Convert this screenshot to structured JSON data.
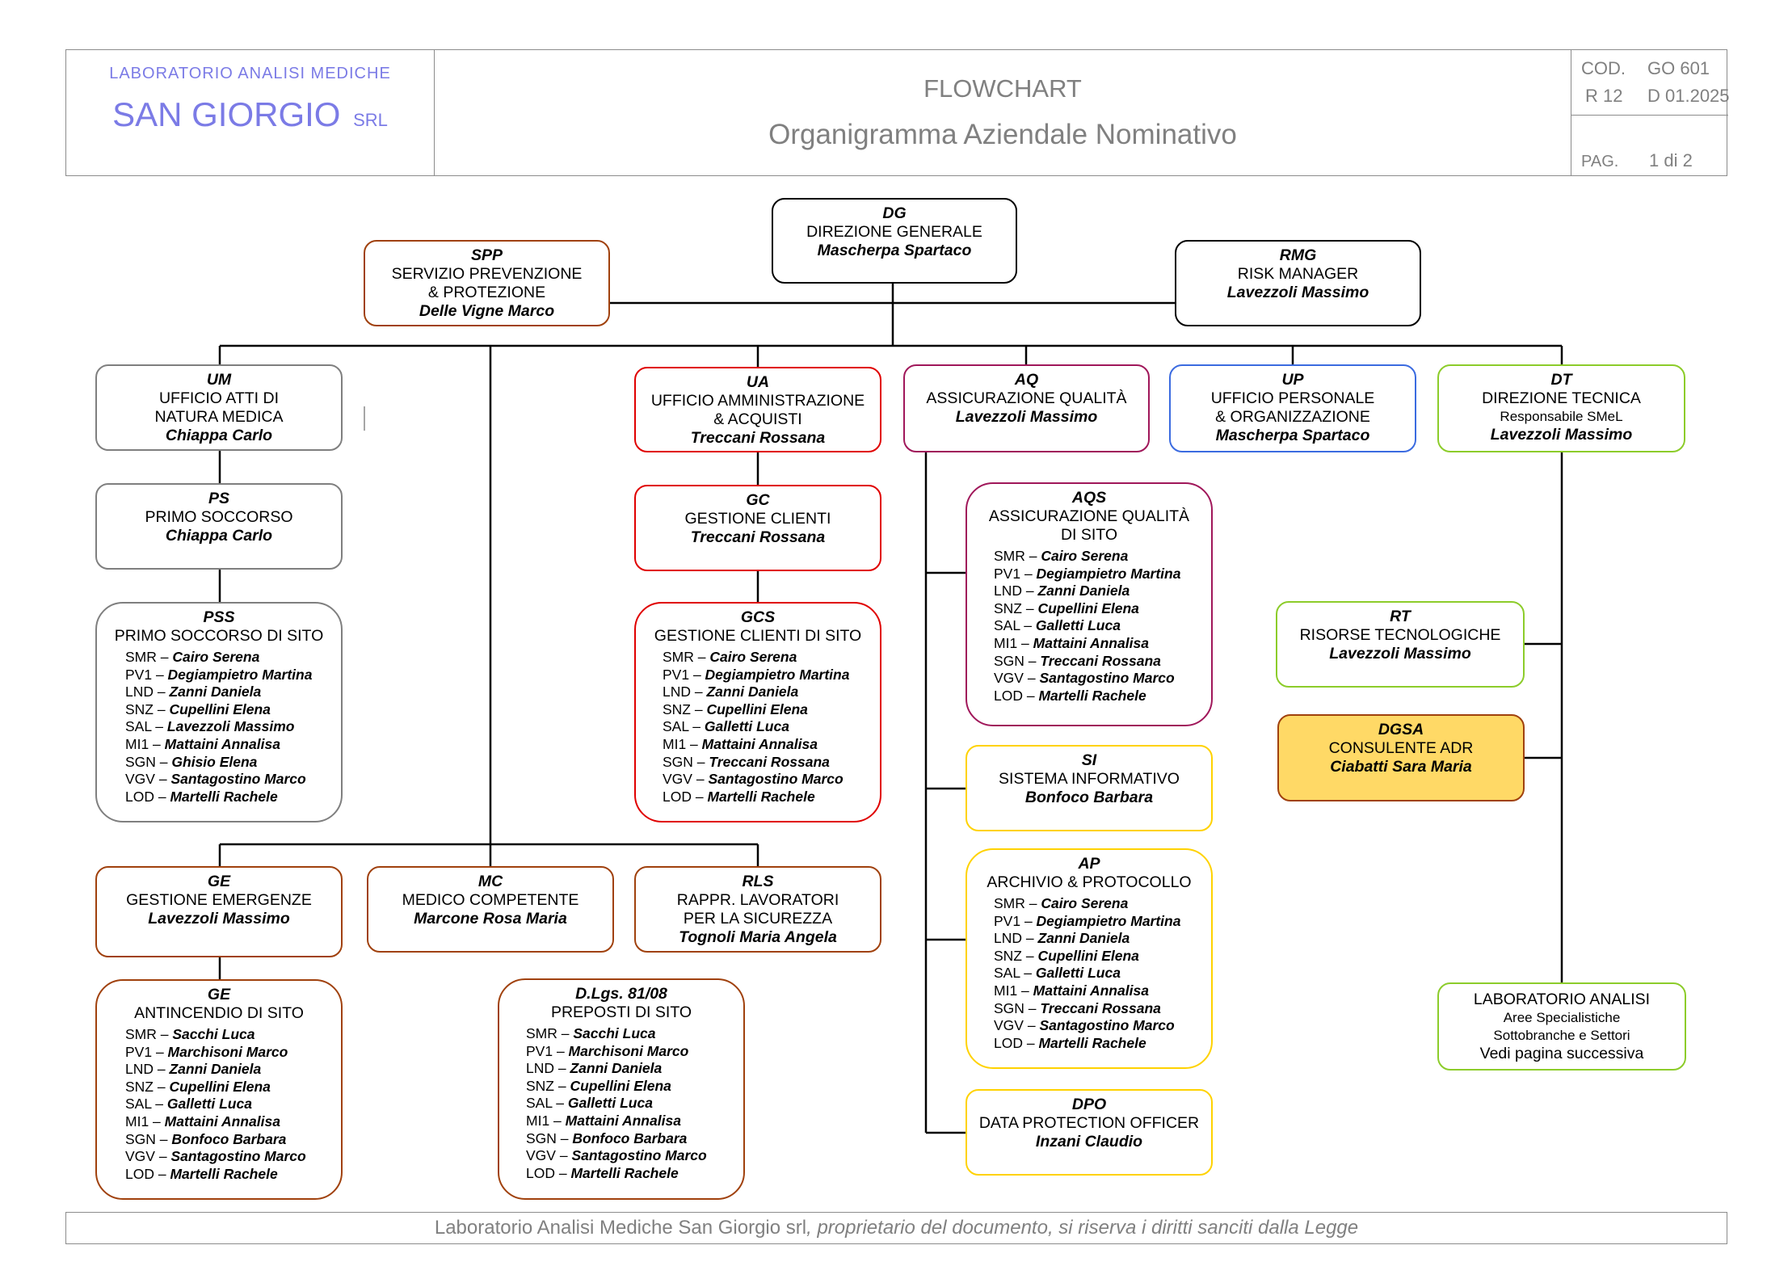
{
  "header": {
    "lab_name": "LABORATORIO  ANALISI  MEDICHE",
    "company_name": "SAN GIORGIO",
    "company_suffix": "SRL",
    "doc_type": "FLOWCHART",
    "doc_title": "Organigramma Aziendale Nominativo",
    "cod_label": "COD.",
    "cod_value": "GO 601",
    "rev_label": "R 12",
    "date_value": "D 01.2025",
    "page_label": "PAG.",
    "page_value": "1 di 2"
  },
  "boxes": {
    "dg": {
      "code": "DG",
      "title": "DIREZIONE GENERALE",
      "person": "Mascherpa Spartaco"
    },
    "spp": {
      "code": "SPP",
      "title": "SERVIZIO PREVENZIONE",
      "title2": "& PROTEZIONE",
      "person": "Delle Vigne Marco"
    },
    "rmg": {
      "code": "RMG",
      "title": "RISK MANAGER",
      "person": "Lavezzoli Massimo"
    },
    "um": {
      "code": "UM",
      "title": "UFFICIO ATTI DI",
      "title2": "NATURA MEDICA",
      "person": "Chiappa Carlo"
    },
    "ua": {
      "code": "UA",
      "title": "UFFICIO AMMINISTRAZIONE",
      "title2": "&  ACQUISTI",
      "person": "Treccani Rossana"
    },
    "aq": {
      "code": "AQ",
      "title": "ASSICURAZIONE QUALITÀ",
      "person": "Lavezzoli Massimo"
    },
    "up": {
      "code": "UP",
      "title": "UFFICIO PERSONALE",
      "title2": "& ORGANIZZAZIONE",
      "person": "Mascherpa Spartaco"
    },
    "dt": {
      "code": "DT",
      "title": "DIREZIONE TECNICA",
      "subtitle": "Responsabile SMeL",
      "person": "Lavezzoli Massimo"
    },
    "ps": {
      "code": "PS",
      "title": "PRIMO SOCCORSO",
      "person": "Chiappa Carlo"
    },
    "gc": {
      "code": "GC",
      "title": "GESTIONE CLIENTI",
      "person": "Treccani Rossana"
    },
    "pss": {
      "code": "PSS",
      "title": "PRIMO SOCCORSO DI SITO",
      "sites": [
        {
          "site": "SMR",
          "name": "Cairo Serena"
        },
        {
          "site": "PV1",
          "name": "Degiampietro Martina"
        },
        {
          "site": "LND",
          "name": "Zanni Daniela"
        },
        {
          "site": "SNZ",
          "name": "Cupellini Elena"
        },
        {
          "site": "SAL",
          "name": "Lavezzoli Massimo"
        },
        {
          "site": "MI1",
          "name": "Mattaini Annalisa"
        },
        {
          "site": "SGN",
          "name": "Ghisio Elena"
        },
        {
          "site": "VGV",
          "name": "Santagostino Marco"
        },
        {
          "site": "LOD",
          "name": "Martelli Rachele"
        }
      ]
    },
    "gcs": {
      "code": "GCS",
      "title": "GESTIONE CLIENTI DI SITO",
      "sites": [
        {
          "site": "SMR",
          "name": "Cairo Serena"
        },
        {
          "site": "PV1",
          "name": "Degiampietro Martina"
        },
        {
          "site": "LND",
          "name": "Zanni Daniela"
        },
        {
          "site": "SNZ",
          "name": "Cupellini Elena"
        },
        {
          "site": "SAL",
          "name": "Galletti Luca"
        },
        {
          "site": "MI1",
          "name": "Mattaini Annalisa"
        },
        {
          "site": "SGN",
          "name": "Treccani Rossana"
        },
        {
          "site": "VGV",
          "name": "Santagostino Marco"
        },
        {
          "site": "LOD",
          "name": "Martelli Rachele"
        }
      ]
    },
    "aqs": {
      "code": "AQS",
      "title": "ASSICURAZIONE QUALITÀ",
      "title2": "DI SITO",
      "sites": [
        {
          "site": "SMR",
          "name": "Cairo Serena"
        },
        {
          "site": "PV1",
          "name": "Degiampietro Martina"
        },
        {
          "site": "LND",
          "name": "Zanni Daniela"
        },
        {
          "site": "SNZ",
          "name": "Cupellini Elena"
        },
        {
          "site": "SAL",
          "name": "Galletti Luca"
        },
        {
          "site": "MI1",
          "name": "Mattaini Annalisa"
        },
        {
          "site": "SGN",
          "name": "Treccani Rossana"
        },
        {
          "site": "VGV",
          "name": "Santagostino Marco"
        },
        {
          "site": "LOD",
          "name": "Martelli Rachele"
        }
      ]
    },
    "si": {
      "code": "SI",
      "title": "SISTEMA INFORMATIVO",
      "person": "Bonfoco Barbara"
    },
    "ap": {
      "code": "AP",
      "title": "ARCHIVIO & PROTOCOLLO",
      "sites": [
        {
          "site": "SMR",
          "name": "Cairo Serena"
        },
        {
          "site": "PV1",
          "name": "Degiampietro Martina"
        },
        {
          "site": "LND",
          "name": "Zanni Daniela"
        },
        {
          "site": "SNZ",
          "name": "Cupellini Elena"
        },
        {
          "site": "SAL",
          "name": "Galletti Luca"
        },
        {
          "site": "MI1",
          "name": "Mattaini Annalisa"
        },
        {
          "site": "SGN",
          "name": "Treccani Rossana"
        },
        {
          "site": "VGV",
          "name": "Santagostino Marco"
        },
        {
          "site": "LOD",
          "name": "Martelli Rachele"
        }
      ]
    },
    "dpo": {
      "code": "DPO",
      "title": "DATA PROTECTION OFFICER",
      "person": "Inzani Claudio"
    },
    "rt": {
      "code": "RT",
      "title": "RISORSE TECNOLOGICHE",
      "person": "Lavezzoli Massimo"
    },
    "dgsa": {
      "code": "DGSA",
      "title": "CONSULENTE ADR",
      "person": "Ciabatti Sara Maria"
    },
    "lab": {
      "title": "LABORATORIO ANALISI",
      "line2": "Aree Specialistiche",
      "line3": "Sottobranche e Settori",
      "line4": "Vedi pagina successiva"
    },
    "ge": {
      "code": "GE",
      "title": "GESTIONE EMERGENZE",
      "person": "Lavezzoli Massimo"
    },
    "mc": {
      "code": "MC",
      "title": "MEDICO COMPETENTE",
      "person": "Marcone Rosa Maria"
    },
    "rls": {
      "code": "RLS",
      "title": "RAPPR. LAVORATORI",
      "title2": "PER LA SICUREZZA",
      "person": "Tognoli Maria Angela"
    },
    "ges": {
      "code": "GE",
      "title": "ANTINCENDIO DI SITO",
      "sites": [
        {
          "site": "SMR",
          "name": "Sacchi Luca"
        },
        {
          "site": "PV1",
          "name": "Marchisoni Marco"
        },
        {
          "site": "LND",
          "name": "Zanni Daniela"
        },
        {
          "site": "SNZ",
          "name": "Cupellini Elena"
        },
        {
          "site": "SAL",
          "name": "Galletti Luca"
        },
        {
          "site": "MI1",
          "name": "Mattaini Annalisa"
        },
        {
          "site": "SGN",
          "name": "Bonfoco Barbara"
        },
        {
          "site": "VGV",
          "name": "Santagostino Marco"
        },
        {
          "site": "LOD",
          "name": "Martelli Rachele"
        }
      ]
    },
    "dlgs": {
      "code": "D.Lgs. 81/08",
      "title": "PREPOSTI DI SITO",
      "sites": [
        {
          "site": "SMR",
          "name": "Sacchi Luca"
        },
        {
          "site": "PV1",
          "name": "Marchisoni Marco"
        },
        {
          "site": "LND",
          "name": "Zanni Daniela"
        },
        {
          "site": "SNZ",
          "name": "Cupellini Elena"
        },
        {
          "site": "SAL",
          "name": "Galletti Luca"
        },
        {
          "site": "MI1",
          "name": "Mattaini Annalisa"
        },
        {
          "site": "SGN",
          "name": "Bonfoco Barbara"
        },
        {
          "site": "VGV",
          "name": "Santagostino Marco"
        },
        {
          "site": "LOD",
          "name": "Martelli Rachele"
        }
      ]
    }
  },
  "site_separator": " – ",
  "colors": {
    "header_accent": "#7b7be6",
    "header_text": "#808080",
    "black": "#000000",
    "gray": "#7f7f7f",
    "brown": "#a0410d",
    "red": "#e00000",
    "purple": "#a0175a",
    "blue": "#3b6be0",
    "green": "#8ccc2a",
    "yellow": "#ffd200",
    "gold_fill": "#ffd966"
  },
  "footer": {
    "company": "Laboratorio Analisi Mediche San Giorgio srl",
    "notice": ", proprietario del documento, si riserva i diritti sanciti dalla Legge"
  }
}
